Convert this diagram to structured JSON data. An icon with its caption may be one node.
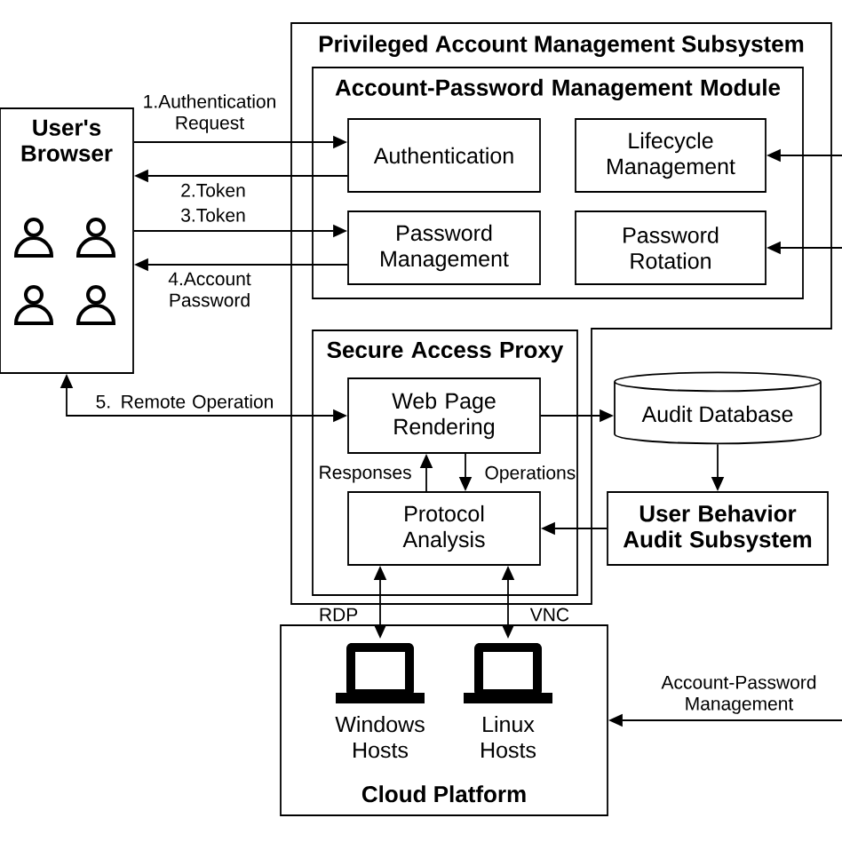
{
  "diagram": {
    "nodes": [
      {
        "text": [
          "Privileged Account Management Subsystem"
        ]
      },
      {
        "text": [
          "User's Browser"
        ]
      },
      {
        "text": [
          "Account-Password Management Module"
        ],
        "in": 0
      },
      {
        "text": [
          "Authentication"
        ],
        "in": 2
      },
      {
        "text": [
          "Lifecycle Management"
        ],
        "in": 2
      },
      {
        "text": [
          "Password Management"
        ],
        "in": 2
      },
      {
        "text": [
          "Password Rotation"
        ],
        "in": 2
      },
      {
        "text": [
          "Secure Access Proxy"
        ],
        "in": 0
      },
      {
        "text": [
          "Web Page Rendering"
        ],
        "in": 7
      },
      {
        "text": [
          "Protocol Analysis"
        ],
        "in": 7
      },
      {
        "text": [
          "Audit Database"
        ]
      },
      {
        "text": [
          "User Behavior Audit Subsystem"
        ]
      },
      {
        "text": [
          "Cloud Platform"
        ]
      },
      {
        "text": [
          "Windows Hosts"
        ],
        "in": 12
      },
      {
        "text": [
          "Linux Hosts"
        ],
        "in": 12
      }
    ],
    "edges": [
      {
        "from": 1,
        "to": 3,
        "arrow": "to",
        "label": "1.Authentication Request"
      },
      {
        "from": 3,
        "to": 1,
        "arrow": "to",
        "label": "2.Token"
      },
      {
        "from": 1,
        "to": 5,
        "arrow": "to",
        "label": "3.Token"
      },
      {
        "from": 5,
        "to": 1,
        "arrow": "to",
        "label": "4.Account Password"
      },
      {
        "from": 1,
        "to": 8,
        "arrow": "both",
        "label": "5. Remote Operation"
      },
      {
        "from": 8,
        "to": 10,
        "arrow": "to"
      },
      {
        "from": 10,
        "to": 11,
        "arrow": "to"
      },
      {
        "from": 11,
        "to": 9,
        "arrow": "to"
      },
      {
        "from": 9,
        "to": 8,
        "arrow": "to",
        "label": "Responses"
      },
      {
        "from": 8,
        "to": 9,
        "arrow": "to",
        "label": "Operations"
      },
      {
        "from": 9,
        "to": 13,
        "arrow": "both",
        "label": "RDP"
      },
      {
        "from": 9,
        "to": 14,
        "arrow": "both",
        "label": "VNC"
      },
      {
        "from": null,
        "to": 4,
        "arrow": "to"
      },
      {
        "from": null,
        "to": 6,
        "arrow": "to"
      },
      {
        "from": null,
        "to": 12,
        "arrow": "to",
        "label": "Account-Password Management"
      }
    ]
  }
}
